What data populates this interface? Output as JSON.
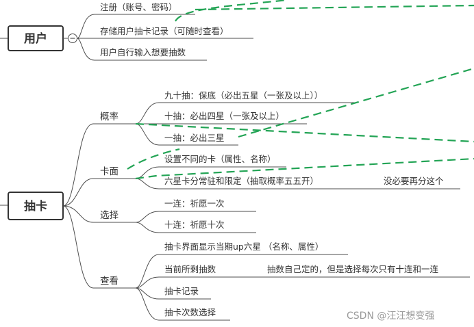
{
  "user": {
    "title": "用户",
    "items": [
      "注册（账号、密码）",
      "存储用户抽卡记录（可随时查看）",
      "用户自行输入想要抽数"
    ]
  },
  "draw": {
    "title": "抽卡",
    "probability": {
      "label": "概率",
      "items": [
        "九十抽：保底（必出五星（一张及以上））",
        "十抽：必出四星（一张及以上）",
        "一抽：必出三星"
      ]
    },
    "card": {
      "label": "卡面",
      "items": [
        "设置不同的卡（属性、名称）",
        "六星卡分常驻和限定（抽取概率五五开）"
      ],
      "note": "没必要再分这个"
    },
    "choose": {
      "label": "选择",
      "items": [
        "一连：祈愿一次",
        "十连：祈愿十次"
      ]
    },
    "view": {
      "label": "查看",
      "items": [
        "抽卡界面显示当期up六星 （名称、属性）",
        "当前所剩抽数",
        "抽卡记录",
        "抽卡次数选择"
      ],
      "note": "抽数自己定的，但是选择每次只有十连和一连"
    }
  },
  "watermark": "CSDN @汪汪想变强",
  "colors": {
    "dashed_link": "#23a455",
    "line": "#4d4d4d",
    "text": "#333333"
  },
  "icons": {
    "collapse": "minus-circle-icon"
  }
}
